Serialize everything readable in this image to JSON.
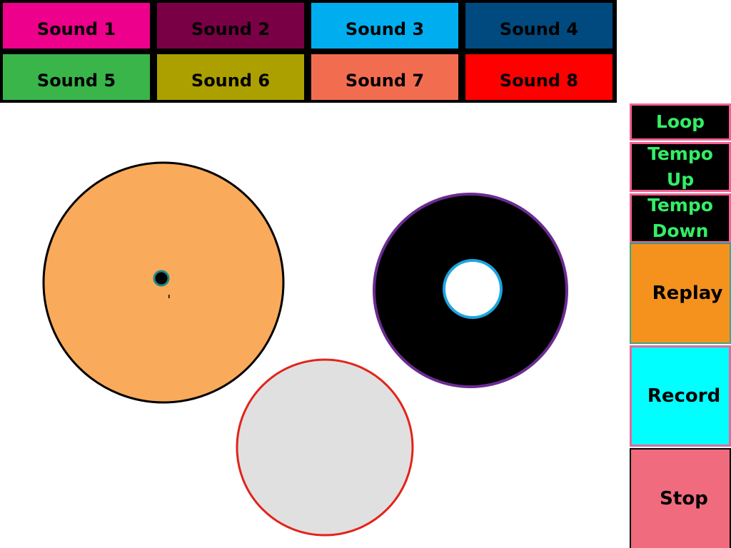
{
  "sound_pads": [
    {
      "label": "Sound 1",
      "color": "#ec008c"
    },
    {
      "label": "Sound 2",
      "color": "#7a0046"
    },
    {
      "label": "Sound 3",
      "color": "#00aeef"
    },
    {
      "label": "Sound 4",
      "color": "#004a7f"
    },
    {
      "label": "Sound 5",
      "color": "#39b54a"
    },
    {
      "label": "Sound 6",
      "color": "#aba000"
    },
    {
      "label": "Sound 7",
      "color": "#f26d50"
    },
    {
      "label": "Sound 8",
      "color": "#ff0000"
    }
  ],
  "controls": {
    "loop_label": "Loop",
    "tempo_up_line1": "Tempo",
    "tempo_up_line2": "Up",
    "tempo_down_line1": "Tempo",
    "tempo_down_line2": "Down",
    "replay_label": "Replay",
    "record_label": "Record",
    "stop_label": "Stop"
  },
  "colors": {
    "control_text": "#33ee66",
    "control_border": "#f06292",
    "orange_disc": "#f9aa5a",
    "black_disc_ring": "#6a2c91",
    "black_disc_hole_ring": "#1ca5e0",
    "grey_disc": "#e0e0e0",
    "grey_disc_ring": "#e2231a"
  }
}
